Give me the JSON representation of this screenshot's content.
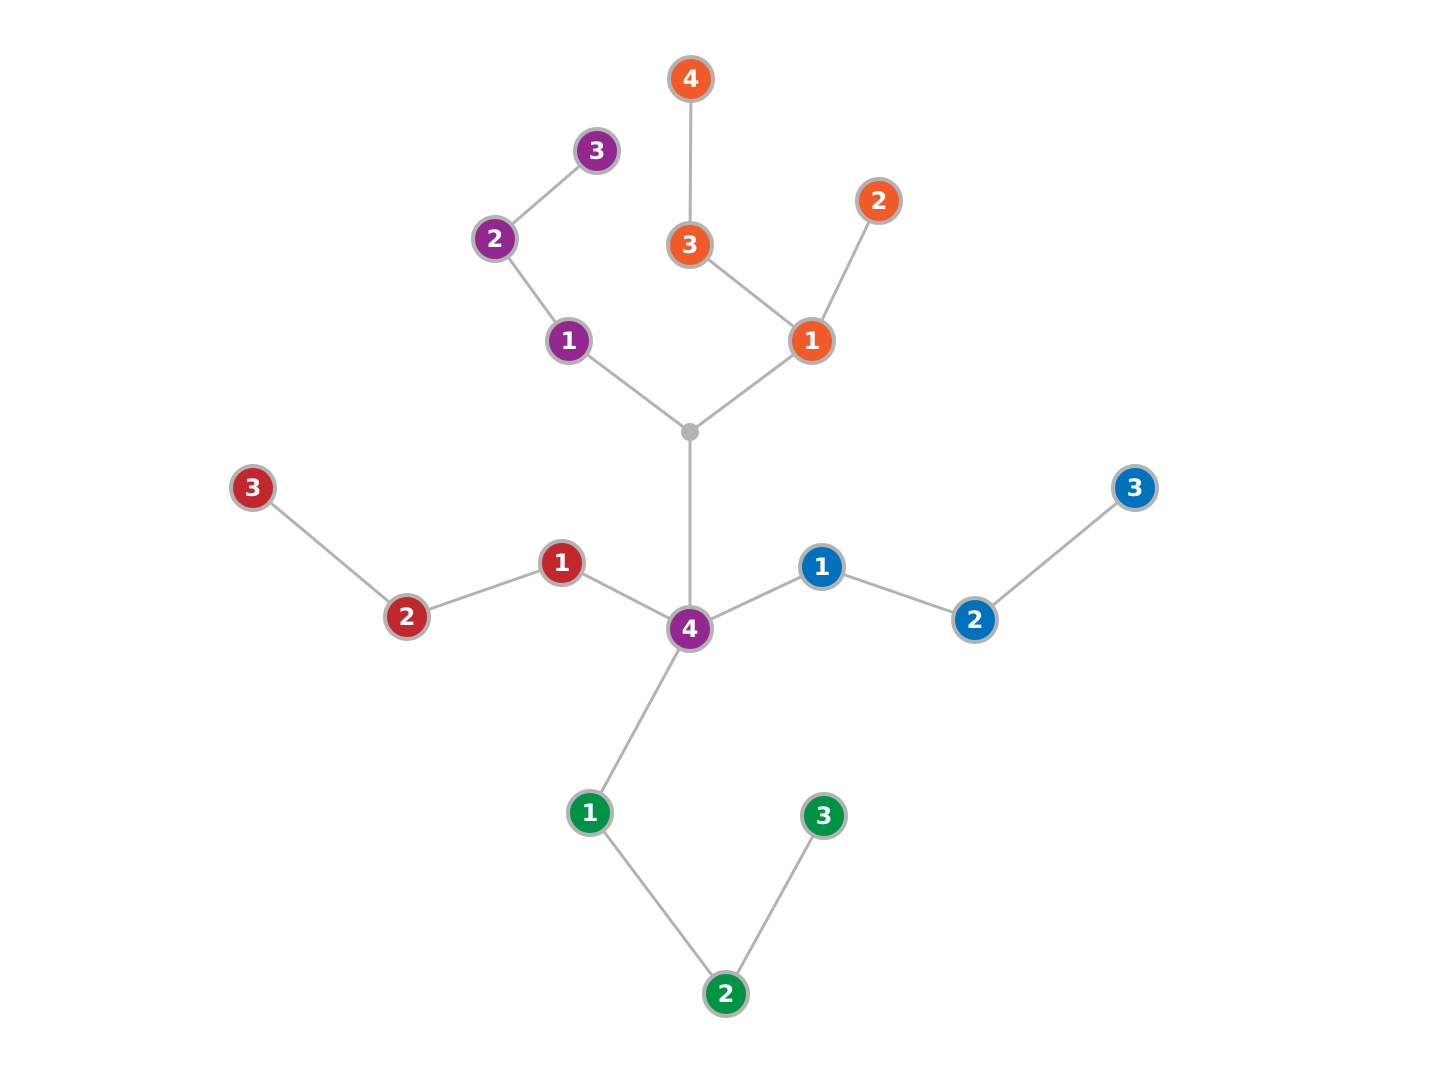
{
  "colors": {
    "purple": "#92278f",
    "orange": "#f15a29",
    "red": "#c1272d",
    "blue": "#0071bc",
    "green": "#009245",
    "edge": "#b3b3b3",
    "background": "#ffffff"
  },
  "nodes": [
    {
      "id": "purple-3",
      "label": "3",
      "color": "purple"
    },
    {
      "id": "purple-2",
      "label": "2",
      "color": "purple"
    },
    {
      "id": "purple-1",
      "label": "1",
      "color": "purple"
    },
    {
      "id": "orange-4",
      "label": "4",
      "color": "orange"
    },
    {
      "id": "orange-3",
      "label": "3",
      "color": "orange"
    },
    {
      "id": "orange-2",
      "label": "2",
      "color": "orange"
    },
    {
      "id": "orange-1",
      "label": "1",
      "color": "orange"
    },
    {
      "id": "red-3",
      "label": "3",
      "color": "red"
    },
    {
      "id": "red-2",
      "label": "2",
      "color": "red"
    },
    {
      "id": "red-1",
      "label": "1",
      "color": "red"
    },
    {
      "id": "center-4",
      "label": "4",
      "color": "purple"
    },
    {
      "id": "blue-1",
      "label": "1",
      "color": "blue"
    },
    {
      "id": "blue-2",
      "label": "2",
      "color": "blue"
    },
    {
      "id": "blue-3",
      "label": "3",
      "color": "blue"
    },
    {
      "id": "green-1",
      "label": "1",
      "color": "green"
    },
    {
      "id": "green-2",
      "label": "2",
      "color": "green"
    },
    {
      "id": "green-3",
      "label": "3",
      "color": "green"
    }
  ],
  "junctions": [
    {
      "id": "junction"
    }
  ],
  "edges": [
    {
      "from": "purple-3",
      "to": "purple-2"
    },
    {
      "from": "purple-2",
      "to": "purple-1"
    },
    {
      "from": "purple-1",
      "to": "junction"
    },
    {
      "from": "orange-4",
      "to": "orange-3"
    },
    {
      "from": "orange-3",
      "to": "orange-1"
    },
    {
      "from": "orange-2",
      "to": "orange-1"
    },
    {
      "from": "orange-1",
      "to": "junction"
    },
    {
      "from": "junction",
      "to": "center-4"
    },
    {
      "from": "red-3",
      "to": "red-2"
    },
    {
      "from": "red-2",
      "to": "red-1"
    },
    {
      "from": "red-1",
      "to": "center-4"
    },
    {
      "from": "center-4",
      "to": "blue-1"
    },
    {
      "from": "blue-1",
      "to": "blue-2"
    },
    {
      "from": "blue-2",
      "to": "blue-3"
    },
    {
      "from": "center-4",
      "to": "green-1"
    },
    {
      "from": "green-1",
      "to": "green-2"
    },
    {
      "from": "green-2",
      "to": "green-3"
    }
  ]
}
